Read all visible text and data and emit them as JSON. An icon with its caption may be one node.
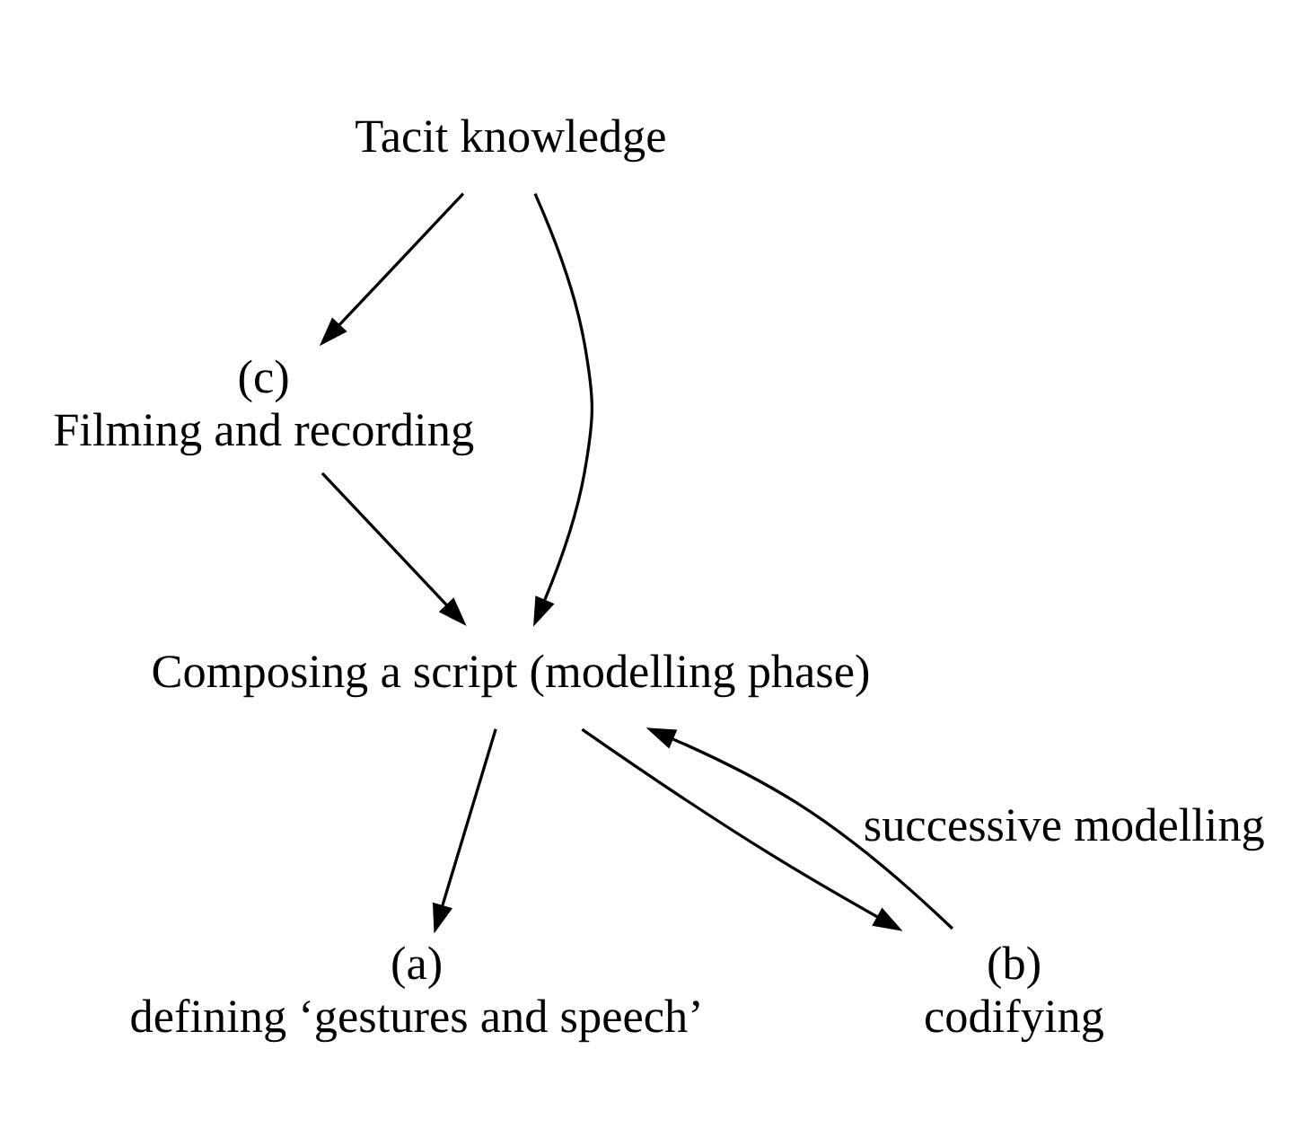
{
  "diagram": {
    "nodes": [
      {
        "text": [
          "Tacit knowledge"
        ]
      },
      {
        "text": [
          "(c)",
          "Filming and recording"
        ]
      },
      {
        "text": [
          "Composing a script (modelling phase)"
        ]
      },
      {
        "text": [
          "(a)",
          "defining ‘gestures and speech’"
        ]
      },
      {
        "text": [
          "(b)",
          "codifying"
        ]
      }
    ],
    "edges": [
      {
        "from": 0,
        "to": 1,
        "arrow": "to"
      },
      {
        "from": 0,
        "to": 2,
        "arrow": "to"
      },
      {
        "from": 1,
        "to": 2,
        "arrow": "to"
      },
      {
        "from": 2,
        "to": 3,
        "arrow": "to"
      },
      {
        "from": 2,
        "to": 4,
        "arrow": "to"
      },
      {
        "from": 4,
        "to": 2,
        "arrow": "to",
        "label": "successive modelling"
      }
    ]
  }
}
